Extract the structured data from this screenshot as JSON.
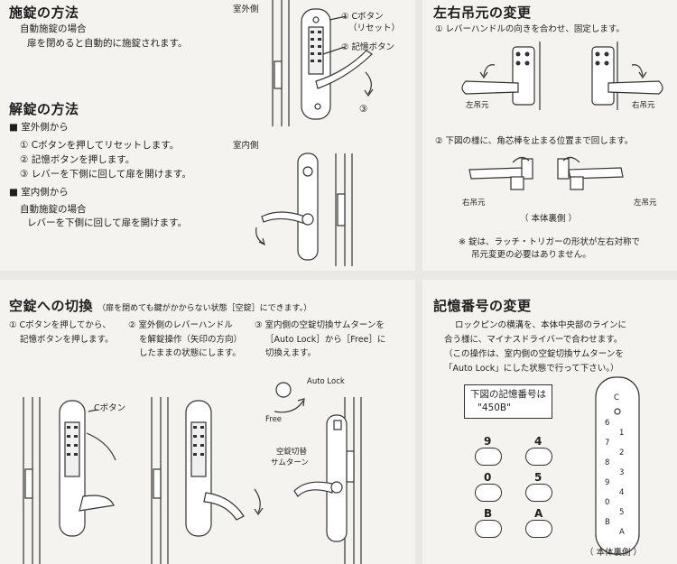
{
  "p1": {
    "title1": "施錠の方法",
    "auto_mode": "自動施錠の場合",
    "auto_desc": "扉を閉めると自動的に施錠されます。",
    "title2": "解錠の方法",
    "outside_from": "■ 室外側から",
    "step1": "① Cボタンを押してリセットします。",
    "step2": "② 記憶ボタンを押します。",
    "step3": "③ レバーを下側に回して扉を開けます。",
    "inside_from": "■ 室内側から",
    "inside_auto": "自動施錠の場合",
    "inside_desc": "レバーを下側に回して扉を開けます。",
    "label_outside": "室外側",
    "label_c1": "① Cボタン",
    "label_c2": "（リセット）",
    "label_mem": "② 記憶ボタン",
    "label_3": "③",
    "label_inside": "室内側"
  },
  "p2": {
    "title": "左右吊元の変更",
    "step1": "① レバーハンドルの向きを合わせ、固定します。",
    "left1": "左吊元",
    "right1": "右吊元",
    "step2": "② 下図の様に、角芯棒を止まる位置まで回します。",
    "right2": "右吊元",
    "left2": "左吊元",
    "caption": "（ 本体裏側 ）",
    "note1": "※ 錠は、ラッチ・トリガーの形状が左右対称で",
    "note2": "吊元変更の必要はありません。"
  },
  "p3": {
    "title": "空錠への切換",
    "title_note": "（扉を閉めても鍵がかからない状態［空錠］にできます。）",
    "s1a": "① Cボタンを押してから、",
    "s1b": "記憶ボタンを押します。",
    "s2a": "② 室外側のレバーハンドル",
    "s2b": "を解錠操作（矢印の方向）",
    "s2c": "したままの状態にします。",
    "s3a": "③ 室内側の空錠切換サムターンを",
    "s3b": "［Auto Lock］から［Free］に",
    "s3c": "切換えます。",
    "cbutton": "Cボタン",
    "autolock": "Auto Lock",
    "free": "Free",
    "thumb1": "空錠切替",
    "thumb2": "サムターン"
  },
  "p4": {
    "title": "記憶番号の変更",
    "d1": "ロックピンの横溝を、本体中央部のラインに",
    "d2": "合う様に、マイナスドライバーで合わせます。",
    "d3": "（この操作は、室内側の空錠切換サムターンを",
    "d4": "「Auto Lock」にした状態で行って下さい。）",
    "box1": "下図の記憶番号は",
    "box2": "\"450B\"",
    "caption": "（ 本体裏側 ）",
    "pins": [
      "9",
      "4",
      "0",
      "5",
      "B",
      "A"
    ],
    "keypad": [
      "C",
      "6",
      "1",
      "7",
      "2",
      "8",
      "3",
      "9",
      "4",
      "0",
      "5",
      "B",
      "A"
    ]
  }
}
